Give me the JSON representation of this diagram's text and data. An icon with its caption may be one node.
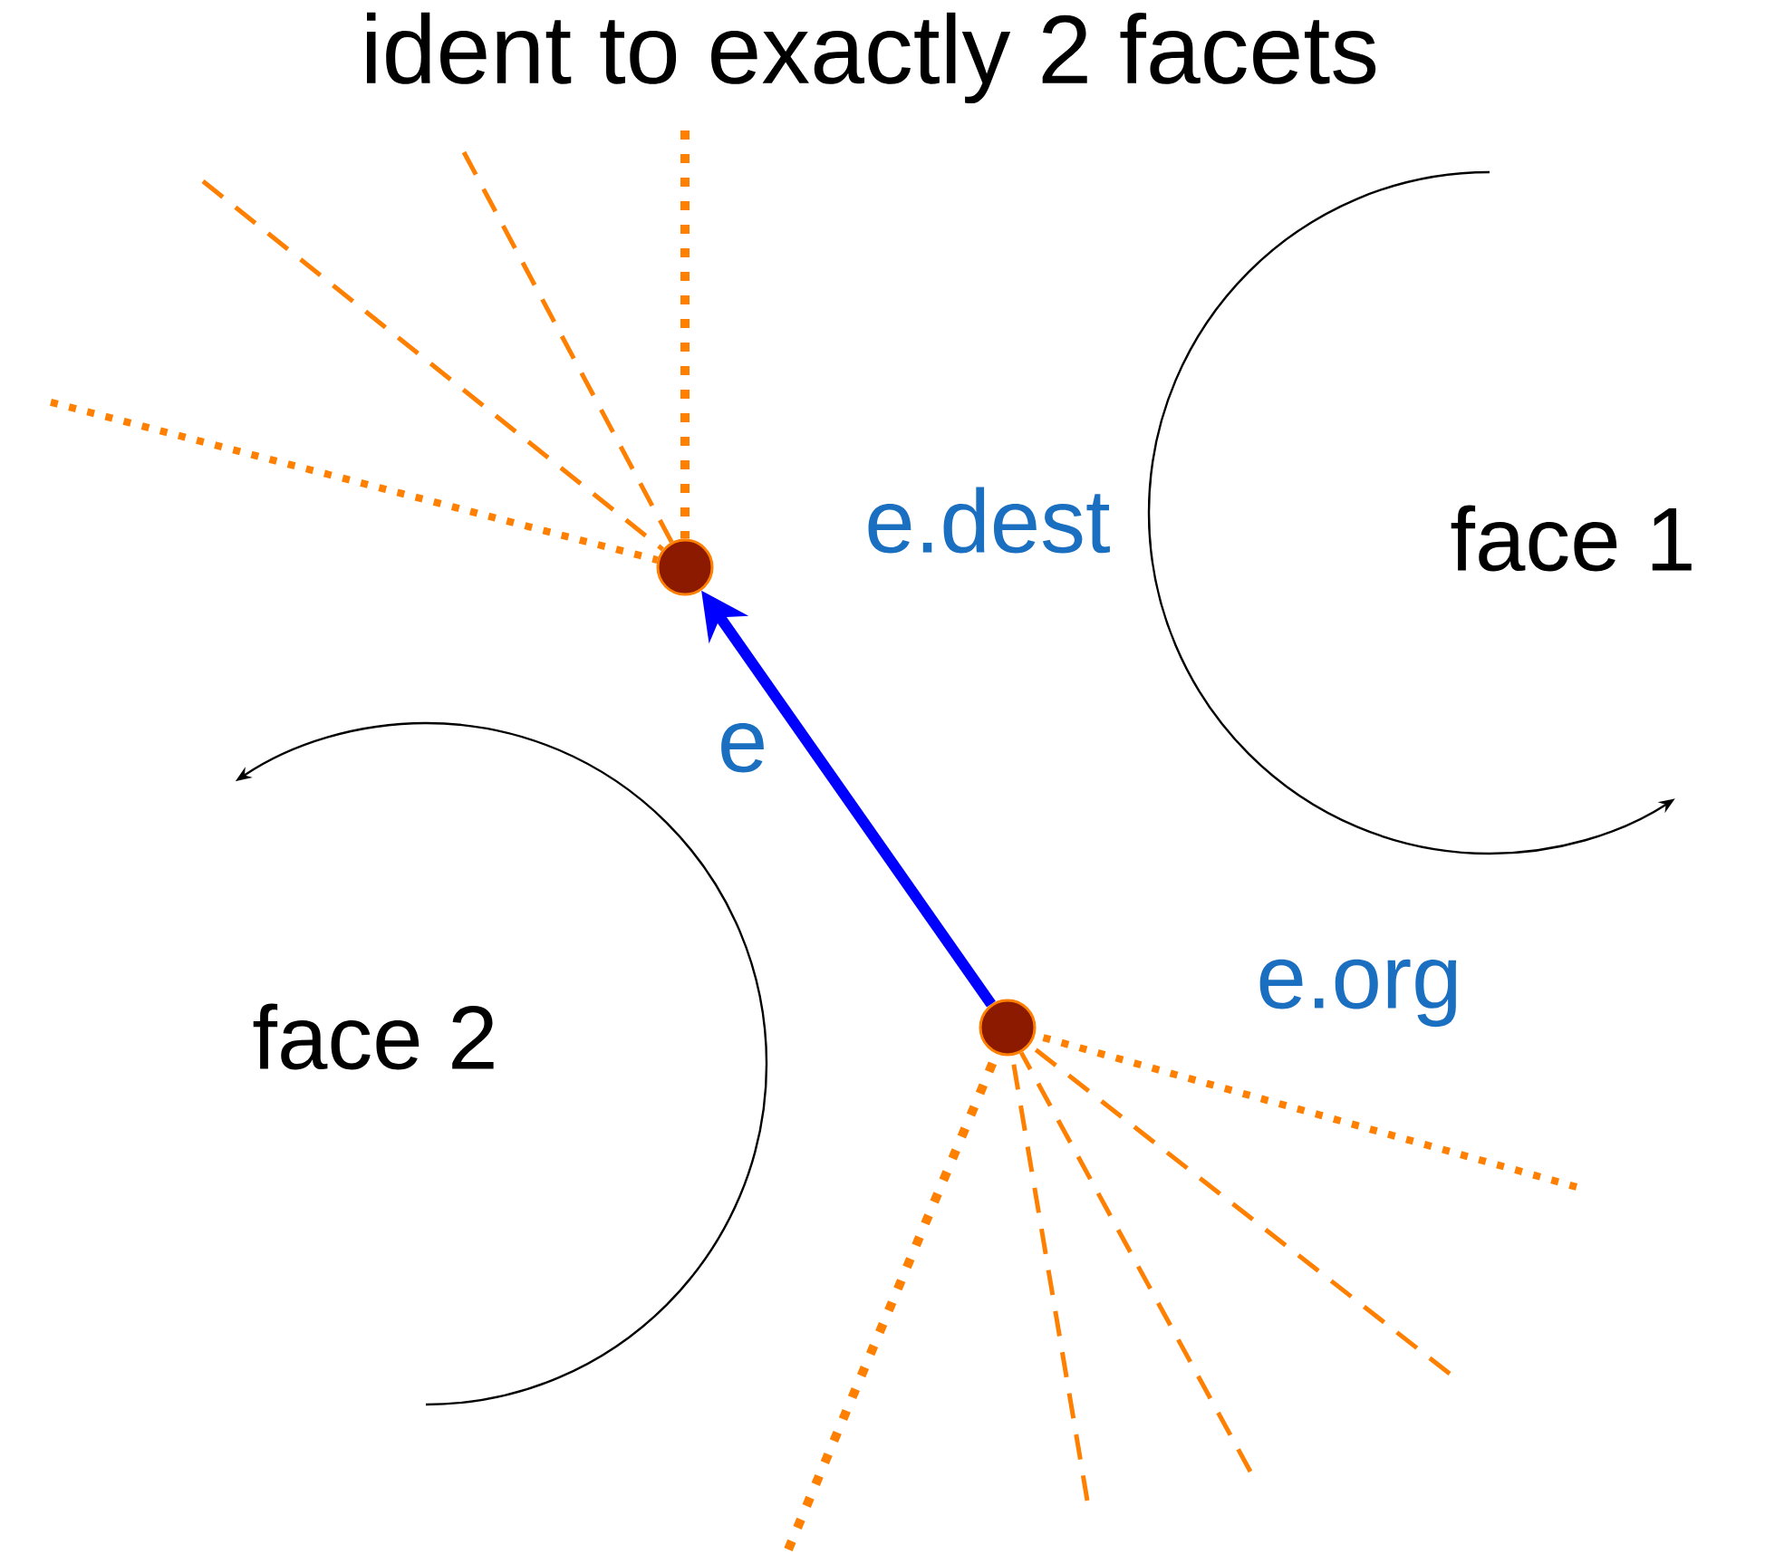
{
  "diagram": {
    "nodes": [
      {
        "text": [],
        "shape": "circle"
      },
      {
        "text": [],
        "shape": "circle"
      }
    ],
    "edges": [
      {
        "from": 1,
        "to": 0,
        "arrow": "to",
        "label": "e",
        "style": "thick",
        "color": "#0000ff"
      },
      {
        "from": null,
        "to": 0,
        "arrow": "none",
        "style": "dashed",
        "color": "#ff8000"
      },
      {
        "from": null,
        "to": 0,
        "arrow": "none",
        "style": "dashed",
        "color": "#ff8000"
      },
      {
        "from": null,
        "to": 0,
        "arrow": "none",
        "style": "dashed",
        "color": "#ff8000"
      },
      {
        "from": null,
        "to": 0,
        "arrow": "none",
        "style": "dashed",
        "color": "#ff8000"
      },
      {
        "from": null,
        "to": 1,
        "arrow": "none",
        "style": "dashed",
        "color": "#ff8000"
      },
      {
        "from": null,
        "to": 1,
        "arrow": "none",
        "style": "dashed",
        "color": "#ff8000"
      },
      {
        "from": null,
        "to": 1,
        "arrow": "none",
        "style": "dashed",
        "color": "#ff8000"
      },
      {
        "from": null,
        "to": 1,
        "arrow": "none",
        "style": "dashed",
        "color": "#ff8000"
      },
      {
        "from": null,
        "to": 1,
        "arrow": "none",
        "style": "dashed",
        "color": "#ff8000"
      }
    ],
    "labels": [
      "ident to exactly 2 facets",
      "e.dest",
      "face 1",
      "face 2",
      "e.org"
    ]
  }
}
